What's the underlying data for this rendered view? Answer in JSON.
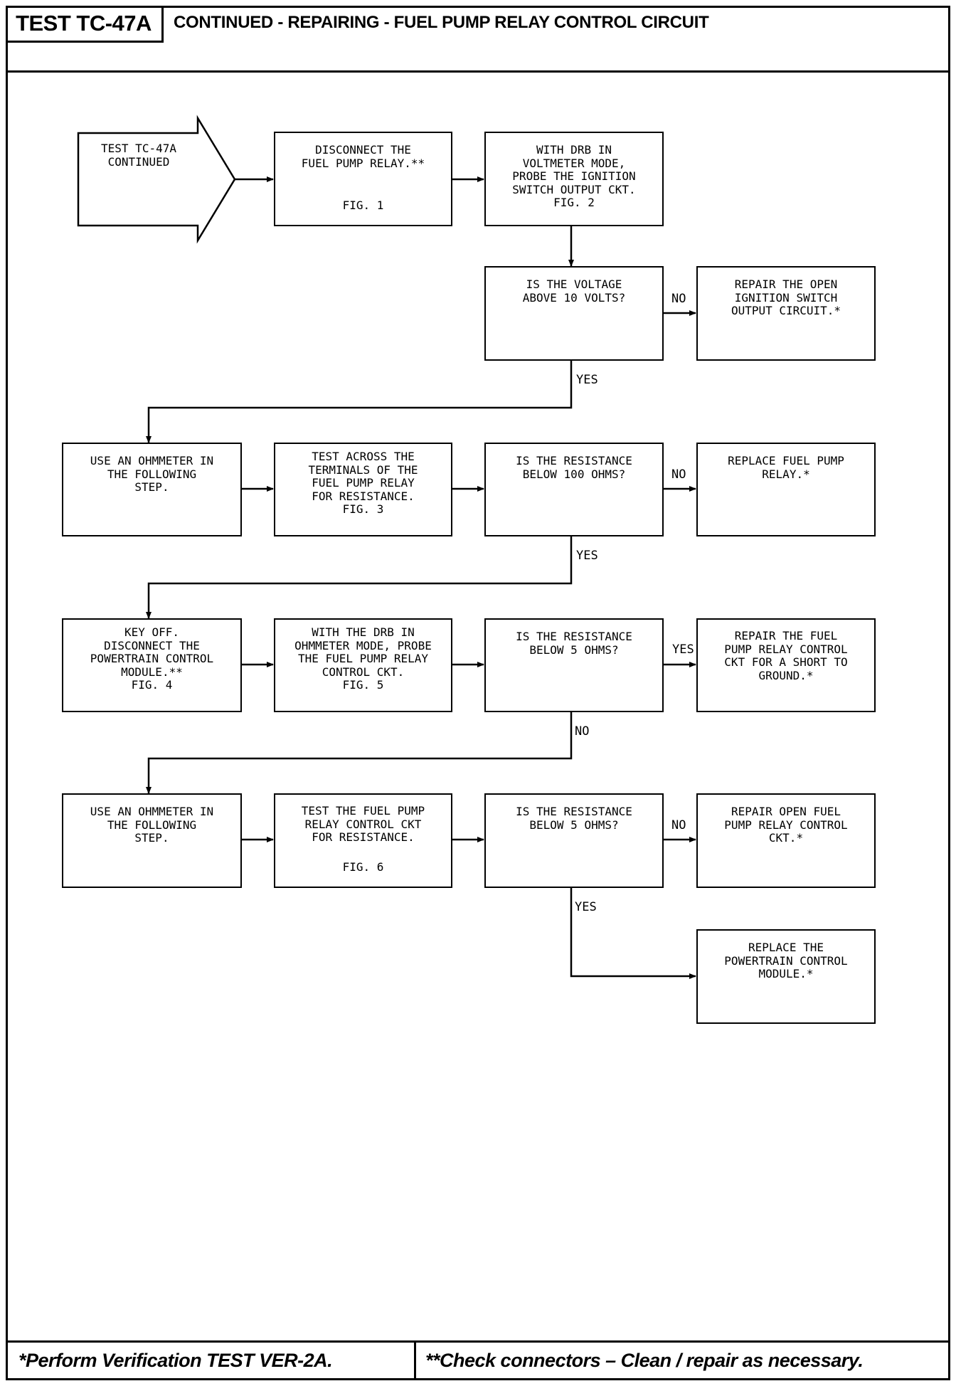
{
  "header": {
    "test_id": "TEST TC-47A",
    "title": "CONTINUED - REPAIRING - FUEL PUMP RELAY CONTROL CIRCUIT"
  },
  "footer": {
    "note_left": "*Perform Verification TEST VER-2A.",
    "note_right": "**Check connectors – Clean / repair as necessary."
  },
  "start": {
    "lines": [
      "TEST TC-47A",
      "CONTINUED"
    ]
  },
  "nodes": [
    {
      "id": "disconnect-relay",
      "lines": [
        "DISCONNECT THE",
        "FUEL PUMP RELAY.**"
      ],
      "fig": "FIG. 1"
    },
    {
      "id": "probe-ignition",
      "lines": [
        "WITH DRB IN",
        "VOLTMETER MODE,",
        "PROBE THE IGNITION",
        "SWITCH OUTPUT CKT.",
        "FIG. 2"
      ],
      "fig": ""
    },
    {
      "id": "voltage-question",
      "lines": [
        "IS THE VOLTAGE",
        "ABOVE 10 VOLTS?"
      ],
      "fig": ""
    },
    {
      "id": "repair-ignition",
      "lines": [
        "REPAIR THE OPEN",
        "IGNITION SWITCH",
        "OUTPUT CIRCUIT.*"
      ],
      "fig": ""
    },
    {
      "id": "use-ohmmeter-1",
      "lines": [
        "USE AN OHMMETER IN",
        "THE FOLLOWING",
        "STEP."
      ],
      "fig": ""
    },
    {
      "id": "test-terminals",
      "lines": [
        "TEST ACROSS THE",
        "TERMINALS OF THE",
        "FUEL PUMP RELAY",
        "FOR RESISTANCE.",
        "FIG. 3"
      ],
      "fig": ""
    },
    {
      "id": "resistance-100",
      "lines": [
        "IS THE RESISTANCE",
        "BELOW 100 OHMS?"
      ],
      "fig": ""
    },
    {
      "id": "replace-relay",
      "lines": [
        "REPLACE FUEL PUMP",
        "RELAY.*"
      ],
      "fig": ""
    },
    {
      "id": "disconnect-pcm",
      "lines": [
        "KEY OFF.",
        "DISCONNECT THE",
        "POWERTRAIN CONTROL",
        "MODULE.**",
        "FIG. 4"
      ],
      "fig": ""
    },
    {
      "id": "probe-control",
      "lines": [
        "WITH THE DRB IN",
        "OHMMETER MODE, PROBE",
        "THE FUEL PUMP RELAY",
        "CONTROL CKT.",
        "FIG. 5"
      ],
      "fig": ""
    },
    {
      "id": "resistance-5a",
      "lines": [
        "IS THE RESISTANCE",
        "BELOW 5 OHMS?"
      ],
      "fig": ""
    },
    {
      "id": "repair-short",
      "lines": [
        "REPAIR THE FUEL",
        "PUMP RELAY CONTROL",
        "CKT FOR A SHORT TO",
        "GROUND.*"
      ],
      "fig": ""
    },
    {
      "id": "use-ohmmeter-2",
      "lines": [
        "USE AN OHMMETER IN",
        "THE FOLLOWING",
        "STEP."
      ],
      "fig": ""
    },
    {
      "id": "test-control",
      "lines": [
        "TEST THE FUEL PUMP",
        "RELAY CONTROL CKT",
        "FOR RESISTANCE."
      ],
      "fig": "FIG. 6"
    },
    {
      "id": "resistance-5b",
      "lines": [
        "IS THE RESISTANCE",
        "BELOW 5 OHMS?"
      ],
      "fig": ""
    },
    {
      "id": "repair-open",
      "lines": [
        "REPAIR OPEN FUEL",
        "PUMP RELAY CONTROL",
        "CKT.*"
      ],
      "fig": ""
    },
    {
      "id": "replace-pcm",
      "lines": [
        "REPLACE THE",
        "POWERTRAIN CONTROL",
        "MODULE.*"
      ],
      "fig": ""
    }
  ],
  "edge_labels": [
    "NO",
    "YES",
    "NO",
    "YES",
    "YES",
    "NO",
    "NO",
    "YES"
  ]
}
